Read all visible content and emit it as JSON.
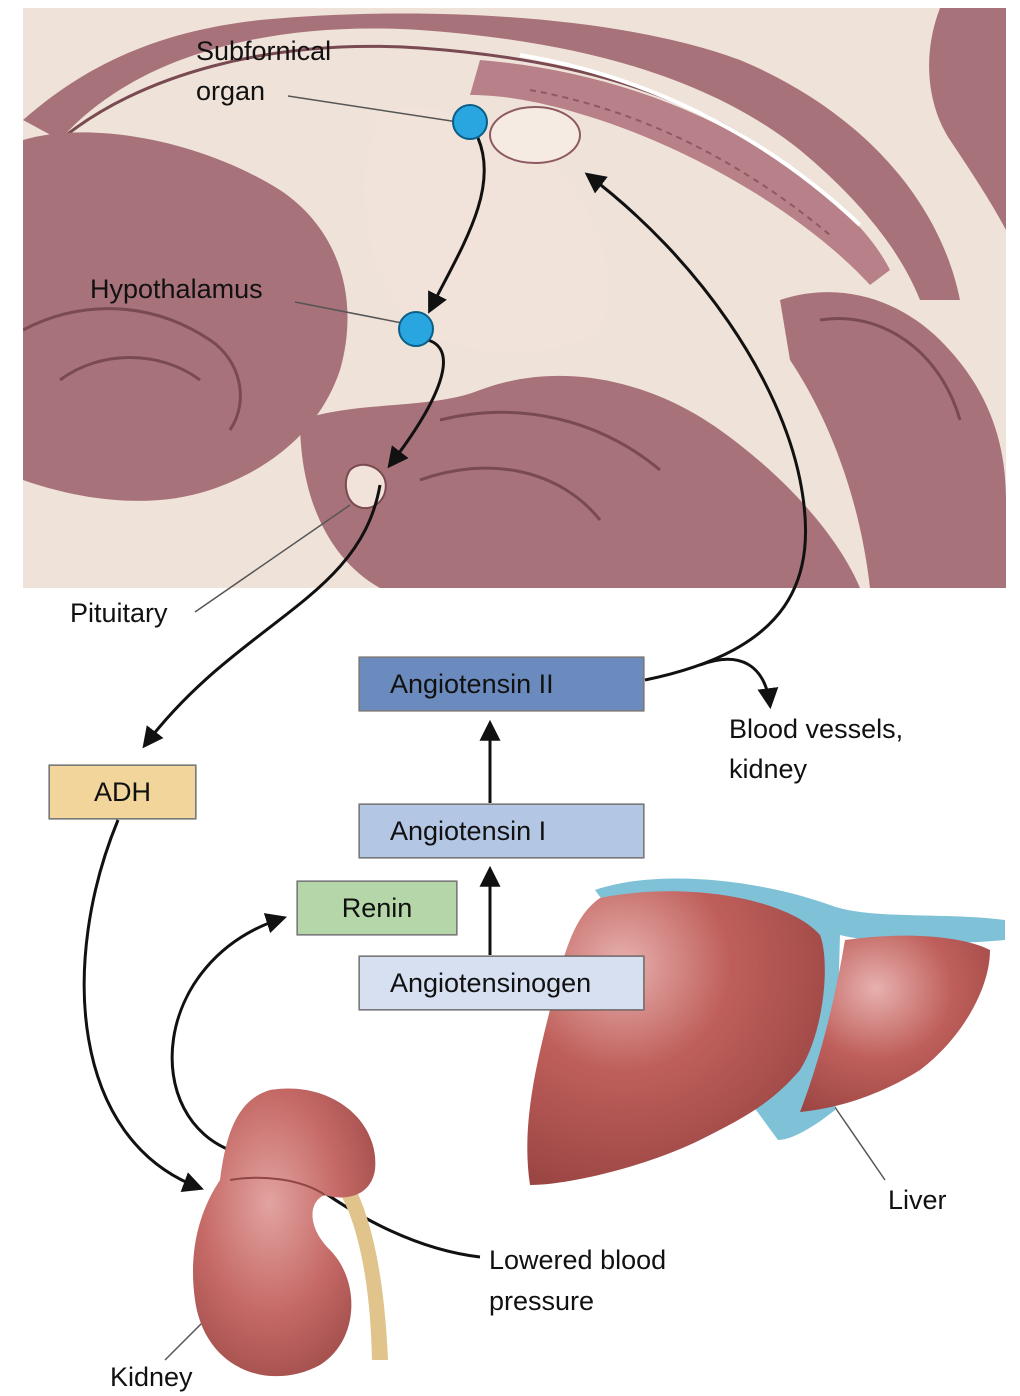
{
  "diagram": {
    "labels": {
      "subfornical_line1": "Subfornical",
      "subfornical_line2": "organ",
      "hypothalamus": "Hypothalamus",
      "pituitary": "Pituitary",
      "blood_vessels_line1": "Blood vessels,",
      "blood_vessels_line2": "kidney",
      "liver": "Liver",
      "lowered_line1": "Lowered blood",
      "lowered_line2": "pressure",
      "kidney": "Kidney"
    },
    "boxes": {
      "angiotensin_ii": "Angiotensin II",
      "angiotensin_i": "Angiotensin I",
      "angiotensinogen": "Angiotensinogen",
      "renin": "Renin",
      "adh": "ADH"
    }
  },
  "colors": {
    "brain_tissue": "#a8727a",
    "brain_light": "#f1e3da",
    "node": "#29a6e0",
    "angiotensin_ii": "#6b8bbf",
    "angiotensin_i": "#b3c6e3",
    "angiotensinogen": "#d6e0f0",
    "renin": "#b5d6a8",
    "adh": "#f1d59b",
    "organ": "#c0605d",
    "liver_membrane": "#7fc1d6",
    "ureter": "#e0c48c"
  }
}
